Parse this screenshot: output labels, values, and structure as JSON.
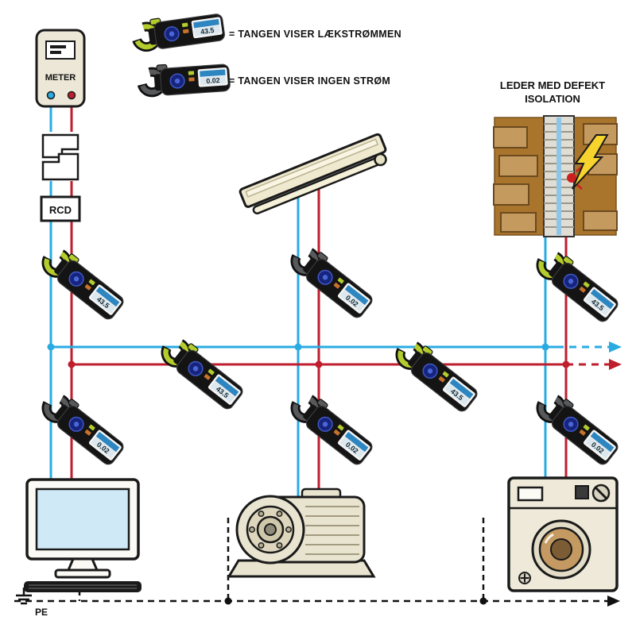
{
  "legend": {
    "items": [
      {
        "type": "green",
        "label": "= TANGEN VISER LÆKSTRØMMEN"
      },
      {
        "type": "dark",
        "label": "= TANGEN VISER INGEN STRØM"
      }
    ]
  },
  "labels": {
    "meter": "METER",
    "rcd": "RCD",
    "pe": "PE",
    "defect_line1": "LEDER MED DEFEKT",
    "defect_line2": "ISOLATION"
  },
  "clamp_values": {
    "green": "43.5",
    "dark": "0.02"
  },
  "colors": {
    "clamp_green": "#b5cc2e",
    "clamp_dark": "#58595b",
    "wire_blue": "#29abe2",
    "wire_red": "#be1e2d",
    "wall_brown": "#a9742c",
    "device_beige": "#eae5d3"
  }
}
